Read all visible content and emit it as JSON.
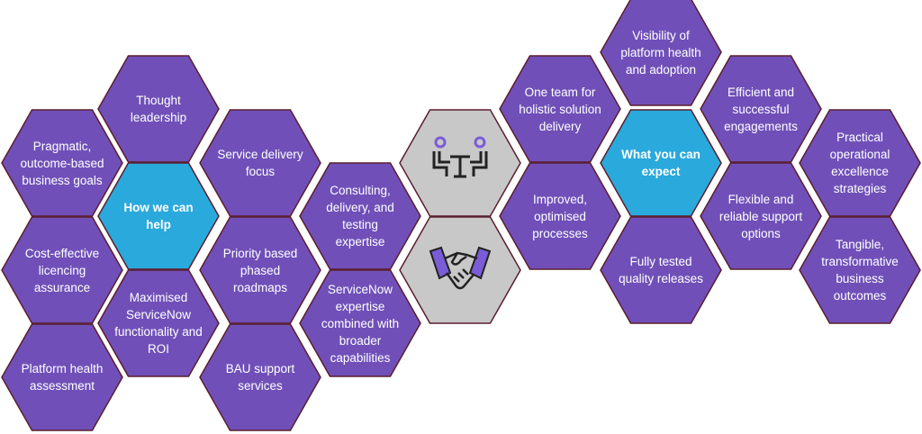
{
  "colors": {
    "purple": "#7050B8",
    "blue": "#2AA9DC",
    "gray": "#C8C8C8",
    "border": "#5A1E2E",
    "icon_purple": "#7A5CD6"
  },
  "left_group": {
    "center": "How we can help",
    "items": [
      "Pragmatic, outcome-based business goals",
      "Thought leadership",
      "Service delivery focus",
      "Cost-effective licencing assurance",
      "Priority based phased roadmaps",
      "Maximised ServiceNow functionality and ROI",
      "Platform health assessment",
      "BAU support services"
    ]
  },
  "middle": {
    "items": [
      "Consulting, delivery, and testing expertise",
      "ServiceNow expertise combined with broader capabilities"
    ],
    "icons": [
      "people-meeting-icon",
      "handshake-icon"
    ]
  },
  "right_group": {
    "center": "What you can expect",
    "items": [
      "Visibility of platform health and adoption",
      "One team for holistic solution delivery",
      "Efficient and successful engagements",
      "Practical operational excellence strategies",
      "Improved, optimised processes",
      "Flexible and reliable support options",
      "Fully tested quality releases",
      "Tangible, transformative business outcomes"
    ]
  }
}
